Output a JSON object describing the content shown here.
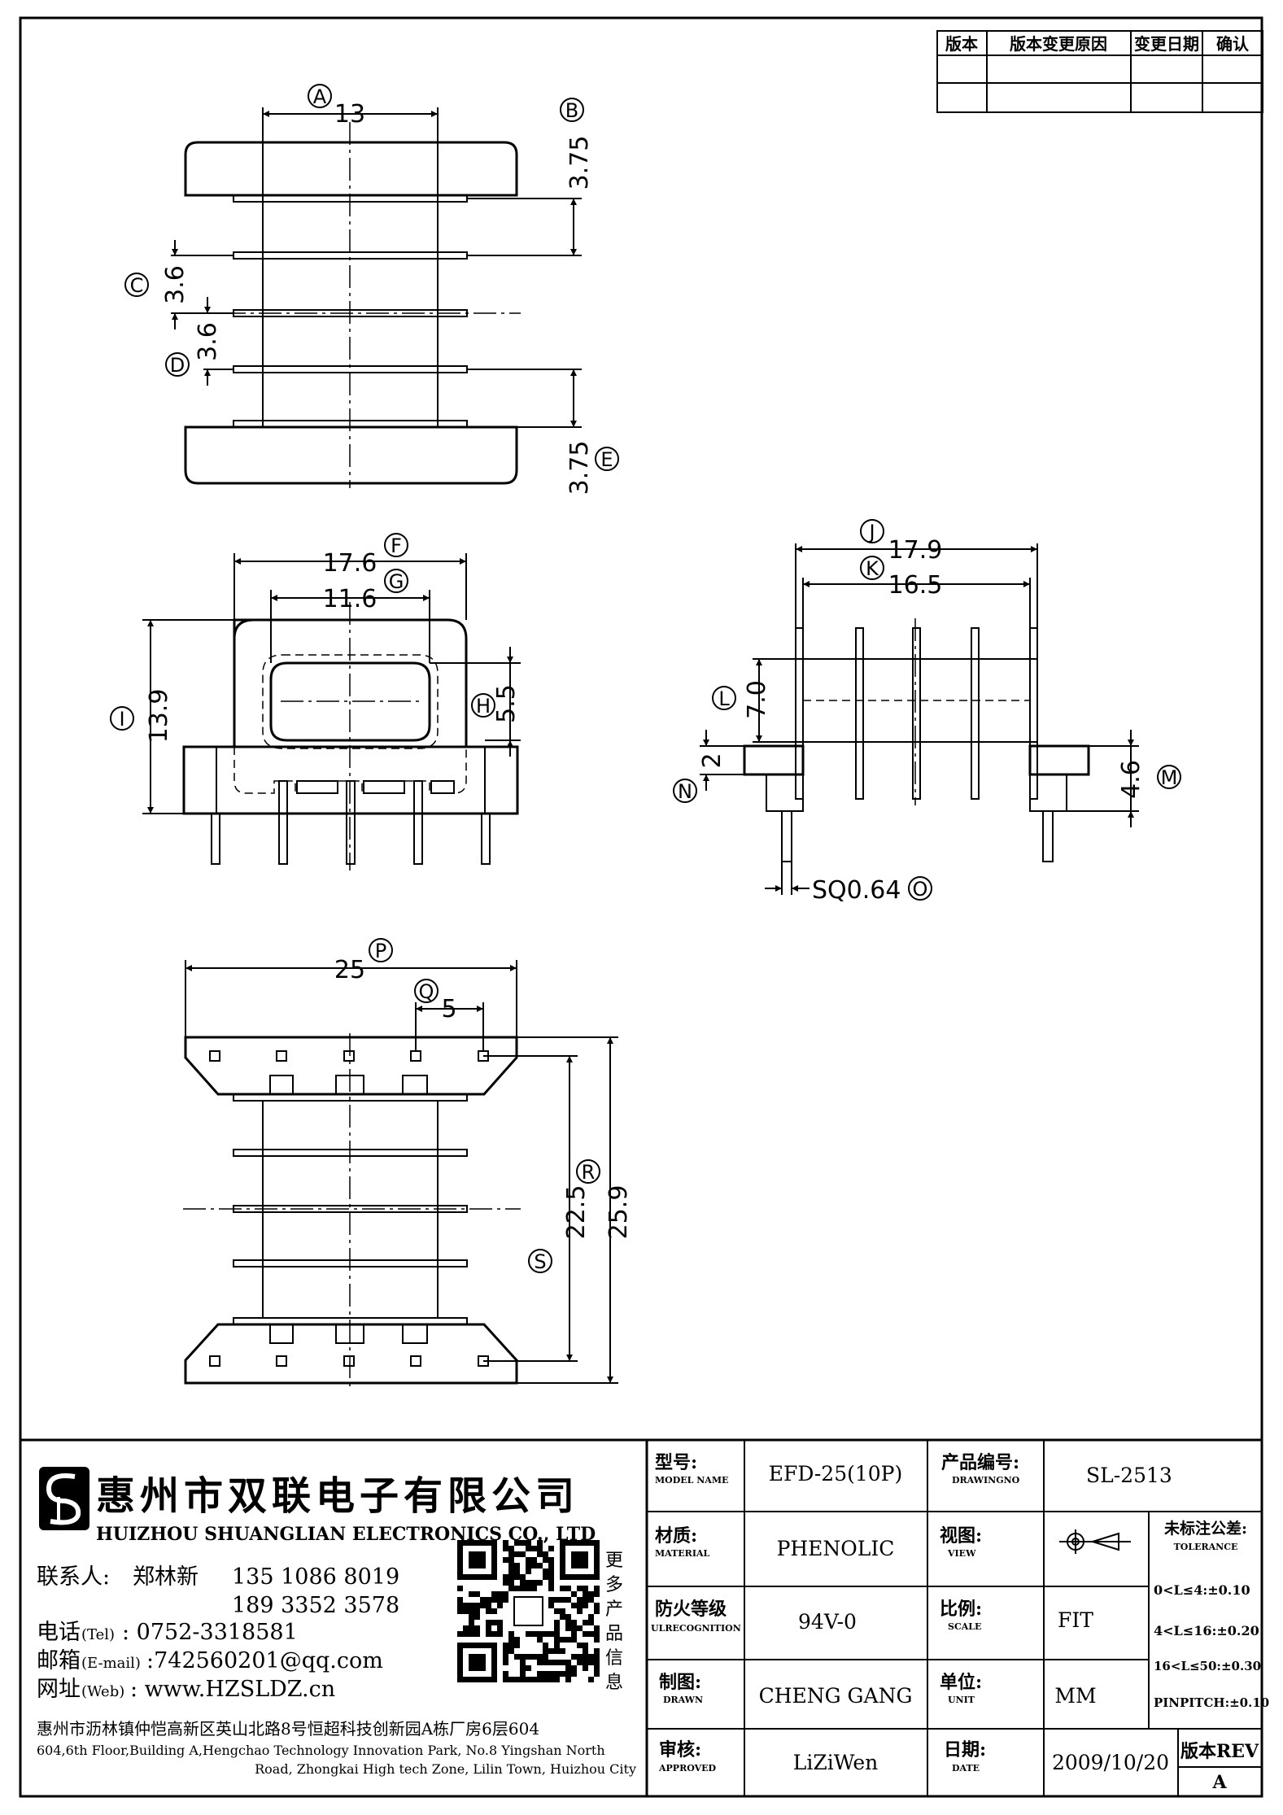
{
  "revision_table": {
    "headers": [
      "版本",
      "版本变更原因",
      "变更日期",
      "确认"
    ]
  },
  "top_view": {
    "dims": {
      "A": "13",
      "B": "3.75",
      "C": "3.6",
      "D": "3.6",
      "E": "3.75"
    },
    "letters": {
      "A": "A",
      "B": "B",
      "C": "C",
      "D": "D",
      "E": "E"
    }
  },
  "front_view": {
    "dims": {
      "F": "17.6",
      "G": "11.6",
      "H": "5.5",
      "I": "13.9"
    },
    "letters": {
      "F": "F",
      "G": "G",
      "H": "H",
      "I": "I"
    }
  },
  "side_view": {
    "dims": {
      "J": "17.9",
      "K": "16.5",
      "L": "7.0",
      "M": "4.6",
      "N": "2",
      "O": "SQ0.64"
    },
    "letters": {
      "J": "J",
      "K": "K",
      "L": "L",
      "M": "M",
      "N": "N",
      "O": "O"
    }
  },
  "bottom_view": {
    "dims": {
      "P": "25",
      "Q": "5",
      "R": "25.9",
      "S": "22.5"
    },
    "letters": {
      "P": "P",
      "Q": "Q",
      "R": "R",
      "S": "S"
    }
  },
  "company": {
    "name_cn": "惠州市双联电子有限公司",
    "name_en": "HUIZHOU SHUANGLIAN ELECTRONICS CO., LTD",
    "contact_label": "联系人:",
    "contact_name": "郑林新",
    "phone1": "135 1086 8019",
    "phone2": "189 3352 3578",
    "tel_label": "电话",
    "tel_sub": "(Tel)",
    "tel": ": 0752-3318581",
    "email_label": "邮箱",
    "email_sub": "(E-mail)",
    "email": ":742560201@qq.com",
    "web_label": "网址",
    "web_sub": "(Web)",
    "web": ": www.HZSLDZ.cn",
    "more_info": [
      "更",
      "多",
      "产",
      "品",
      "信",
      "息"
    ],
    "address_cn": "惠州市沥林镇仲恺高新区英山北路8号恒超科技创新园A栋厂房6层604",
    "address_en_1": "604,6th Floor,Building A,Hengchao Technology Innovation Park, No.8 Yingshan North",
    "address_en_2": "Road, Zhongkai High tech Zone, Lilin Town, Huizhou City"
  },
  "title_block": {
    "model_label": "型号:",
    "model_label_en": "MODEL NAME",
    "model": "EFD-25(10P)",
    "drawing_label": "产品编号:",
    "drawing_label_en": "DRAWINGNO",
    "drawing_no": "SL-2513",
    "material_label": "材质:",
    "material_label_en": "MATERIAL",
    "material": "PHENOLIC",
    "view_label": "视图:",
    "view_label_en": "VIEW",
    "tolerance_label": "未标注公差:",
    "tolerance_label_en": "TOLERANCE",
    "tolerances": [
      "0<L≤4:±0.10",
      "4<L≤16:±0.20",
      "16<L≤50:±0.30",
      "PINPITCH:±0.10"
    ],
    "fire_label": "防火等级",
    "fire_label_en": "ULRECOGNITION",
    "fire": "94V-0",
    "scale_label": "比例:",
    "scale_label_en": "SCALE",
    "scale": "FIT",
    "drawn_label": "制图:",
    "drawn_label_en": "DRAWN",
    "drawn": "CHENG GANG",
    "unit_label": "单位:",
    "unit_label_en": "UNIT",
    "unit": "MM",
    "approved_label": "审核:",
    "approved_label_en": "APPROVED",
    "approved": "LiZiWen",
    "date_label": "日期:",
    "date_label_en": "DATE",
    "date": "2009/10/20",
    "rev_label": "版本REV",
    "rev": "A"
  }
}
